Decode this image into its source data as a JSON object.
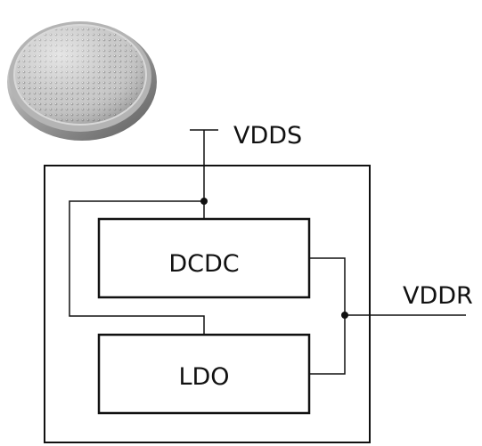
{
  "diagram": {
    "battery_image": {
      "icon": "coin-cell-battery-icon"
    },
    "supply_input": {
      "label": "VDDS"
    },
    "regulators": [
      {
        "label": "DCDC"
      },
      {
        "label": "LDO"
      }
    ],
    "output": {
      "label": "VDDR"
    },
    "colors": {
      "line": "#111111",
      "background": "#ffffff",
      "battery_face": "#bfbfbf",
      "battery_rim": "#8c8c8c"
    }
  }
}
